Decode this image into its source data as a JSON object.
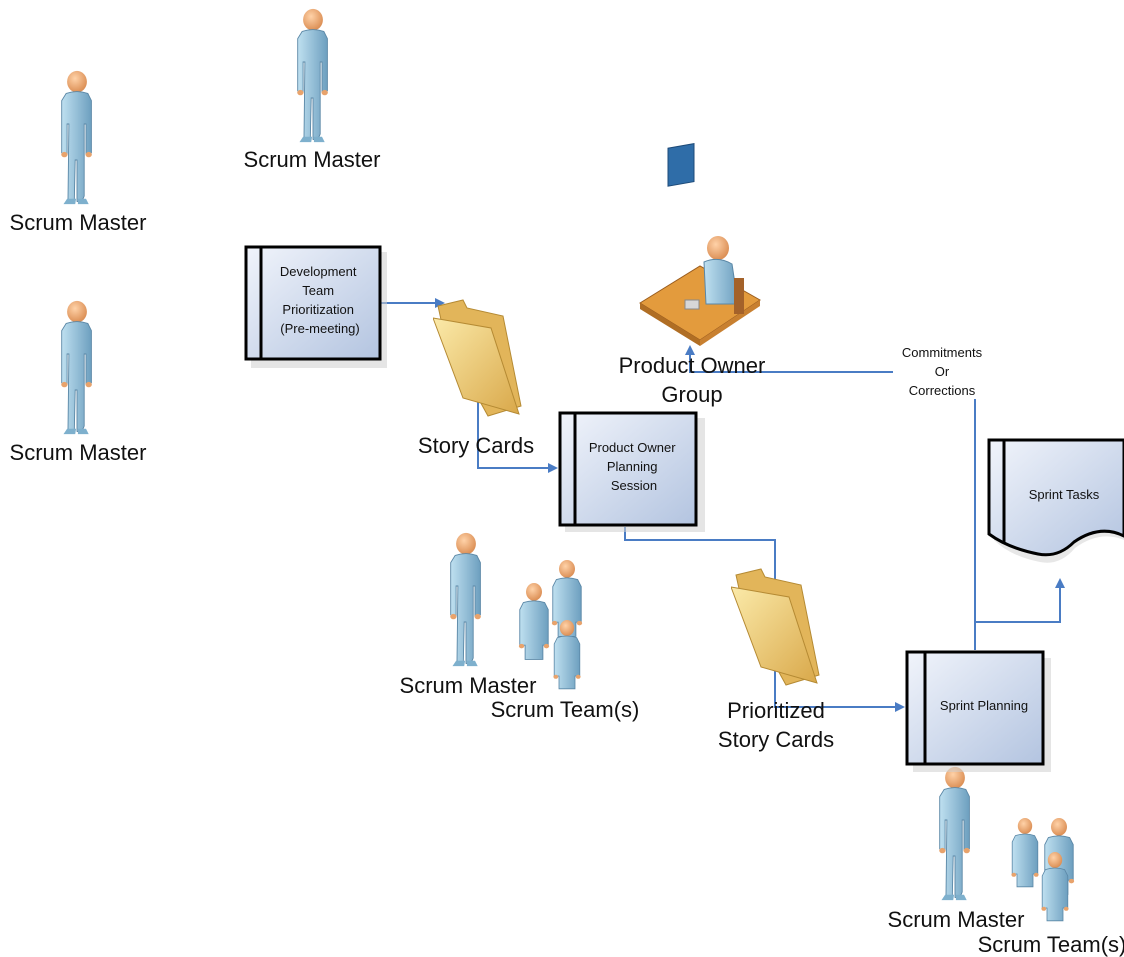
{
  "labels": {
    "scrum_master_top": "Scrum Master",
    "scrum_master_left_1": "Scrum Master",
    "scrum_master_left_2": "Scrum Master",
    "scrum_master_mid": "Scrum Master",
    "scrum_master_bottom": "Scrum Master",
    "scrum_team_mid": "Scrum Team(s)",
    "scrum_team_bottom": "Scrum Team(s)",
    "story_cards": "Story Cards",
    "prioritized_line1": "Prioritized",
    "prioritized_line2": "Story Cards",
    "product_owner_group_line1": "Product Owner",
    "product_owner_group_line2": "Group",
    "commitments_line1": "Commitments",
    "commitments_line2": "Or",
    "commitments_line3": "Corrections",
    "sprint_tasks": "Sprint Tasks"
  },
  "processes": {
    "dev_team": [
      "Development",
      "Team",
      "Prioritization",
      "(Pre-meeting)"
    ],
    "po_session": [
      "Product Owner",
      "Planning",
      "Session"
    ],
    "sprint_planning": [
      "Sprint Planning"
    ]
  },
  "colors": {
    "connector": "#4a7cc4",
    "process_fill_top": "#eef2fa",
    "process_fill_bottom": "#b8c8e2",
    "person_fill": "#9fc5dc",
    "person_dark": "#6a9cbc",
    "skin": "#e8a36c",
    "folder": "#f0d27a"
  }
}
